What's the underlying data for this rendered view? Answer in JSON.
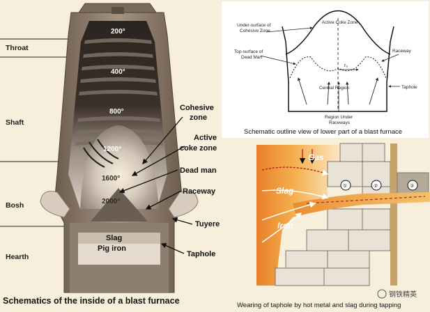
{
  "left_diagram": {
    "zones": [
      "Throat",
      "Shaft",
      "Bosh",
      "Hearth"
    ],
    "temperatures": [
      "200°",
      "400°",
      "800°",
      "1200°",
      "1600°",
      "2000°"
    ],
    "labels": {
      "cohesive_zone": [
        "Cohesive",
        "zone"
      ],
      "active_coke_zone": [
        "Active",
        "coke zone"
      ],
      "dead_man": "Dead man",
      "raceway": "Raceway",
      "tuyere": "Tuyere",
      "slag": "Slag",
      "pig_iron": "Pig iron",
      "taphole": "Taphole"
    },
    "caption": "Schematics of the inside of a blast furnace"
  },
  "top_right_diagram": {
    "labels": {
      "under_surface": [
        "Under-surface of",
        "Cohesive Zone"
      ],
      "active_coke_zone": "Active Coke Zone",
      "top_surface": [
        "Top-surface of",
        "Dead Man"
      ],
      "raceway": "Raceway",
      "r0": "r₀",
      "central_region": "Central Region",
      "taphole": "Taphole",
      "region_under": [
        "Region Under",
        "Raceways"
      ]
    },
    "caption": "Schematic outline view of lower part of a blast furnace"
  },
  "bottom_right_diagram": {
    "labels": {
      "gas": "Gas",
      "slag": "Slag",
      "iron": "Iron",
      "n1": "①",
      "n2": "②",
      "n3": "③"
    },
    "caption": "Wearing of taphole by hot metal and slag during tapping"
  },
  "watermark": "钢铁精英",
  "colors": {
    "background": "#f7eedc",
    "shell": "#8c7a68",
    "interior_dark": "#1c1a18",
    "hot_glow": "#f2a33a",
    "arrow_red": "#c0241c"
  }
}
